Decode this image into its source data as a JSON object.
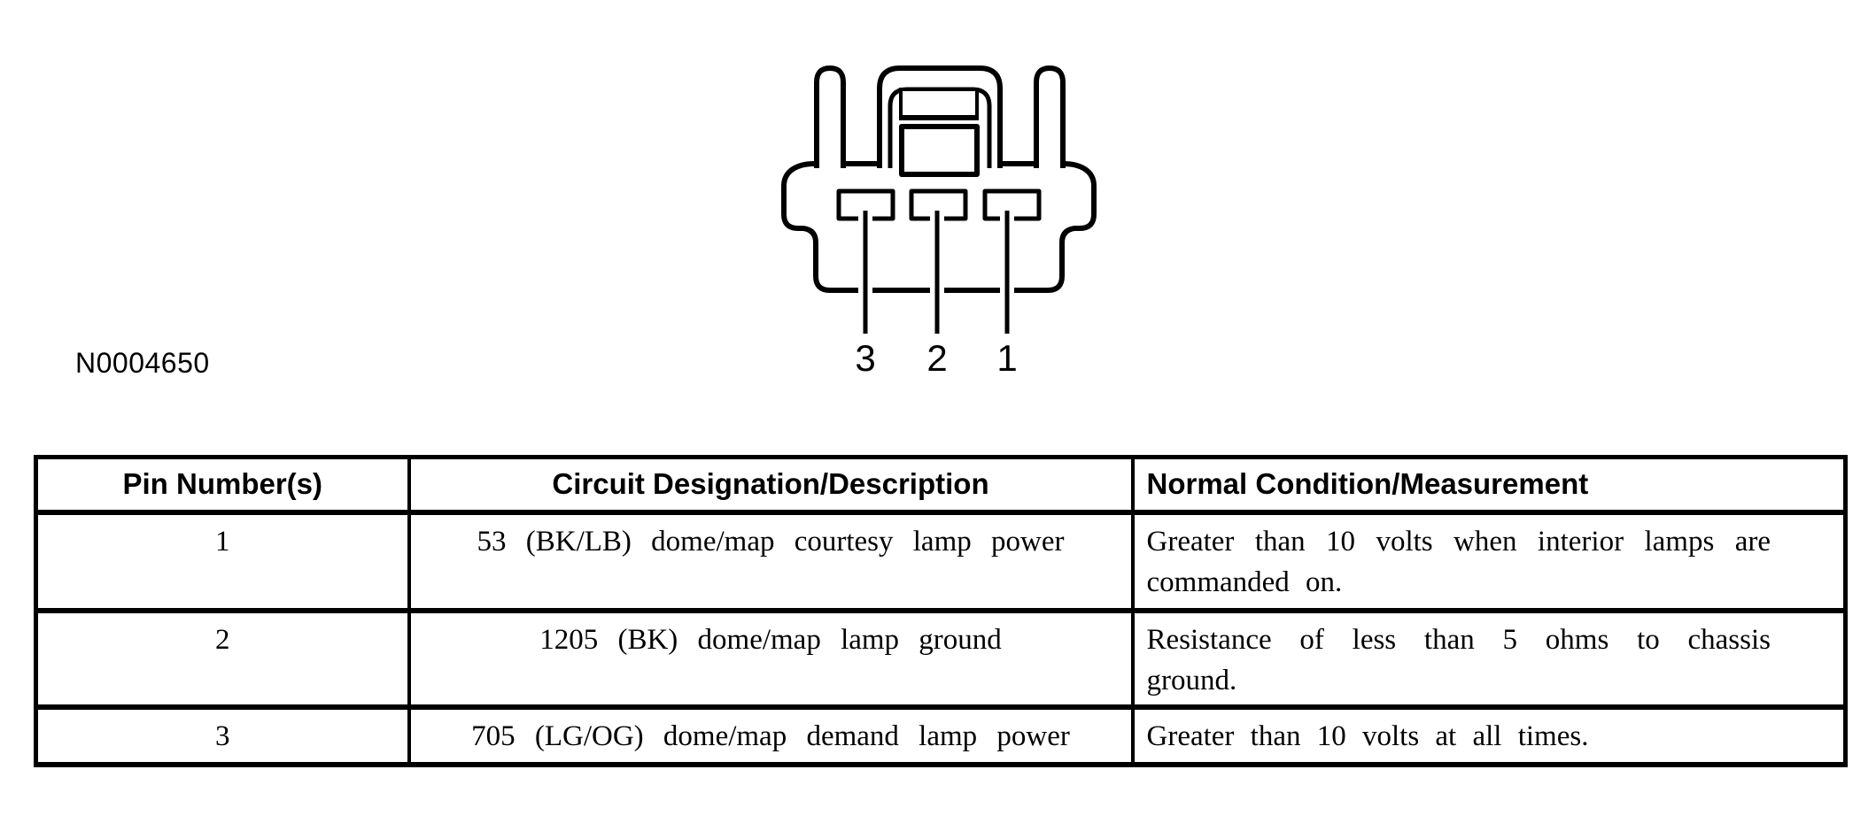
{
  "figure": {
    "id_label": "N0004650",
    "connector": {
      "description": "3-pin connector face view",
      "pin_labels": [
        "3",
        "2",
        "1"
      ]
    }
  },
  "table": {
    "headers": [
      "Pin Number(s)",
      "Circuit Designation/Description",
      "Normal Condition/Measurement"
    ],
    "rows": [
      {
        "pin": "1",
        "circuit": "53 (BK/LB) dome/map courtesy lamp power",
        "condition": "Greater than 10 volts when interior lamps are commanded on."
      },
      {
        "pin": "2",
        "circuit": "1205 (BK) dome/map lamp ground",
        "condition": "Resistance of less than 5 ohms to chassis ground."
      },
      {
        "pin": "3",
        "circuit": "705 (LG/OG) dome/map demand lamp power",
        "condition": "Greater than 10 volts at all times."
      }
    ]
  },
  "colors": {
    "ink": "#000000",
    "background": "#ffffff"
  }
}
